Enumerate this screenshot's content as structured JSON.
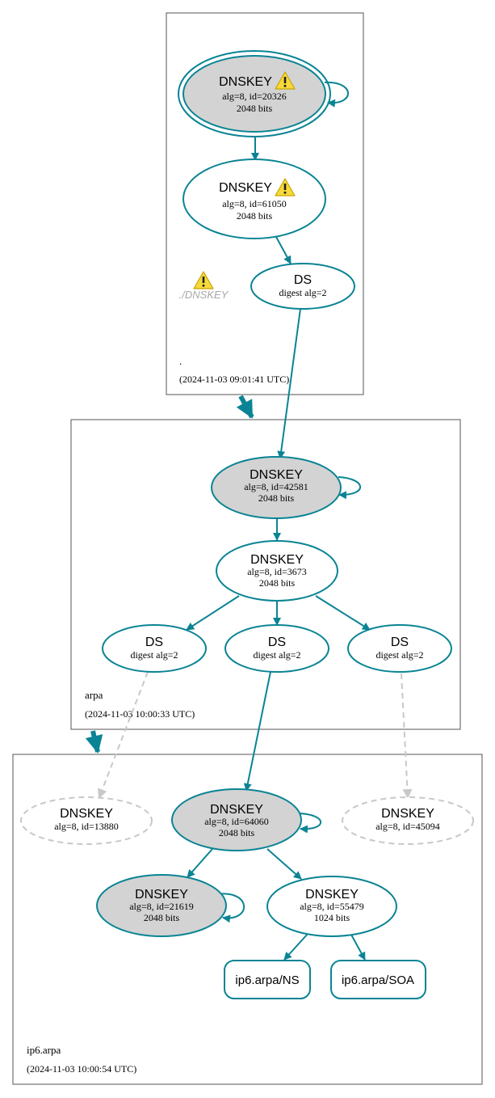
{
  "colors": {
    "edge": "#0a8494",
    "ksk_fill": "#d3d3d3",
    "missing": "#c8c8c8",
    "zone_border": "#555555",
    "warning_fill": "#f7d93a",
    "warning_stroke": "#c9a400"
  },
  "zones": {
    "root": {
      "name": ".",
      "timestamp": "(2024-11-03 09:01:41 UTC)"
    },
    "arpa": {
      "name": "arpa",
      "timestamp": "(2024-11-03 10:00:33 UTC)"
    },
    "ip6": {
      "name": "ip6.arpa",
      "timestamp": "(2024-11-03 10:00:54 UTC)"
    }
  },
  "nodes": {
    "root_ksk": {
      "title": "DNSKEY",
      "line1": "alg=8, id=20326",
      "line2": "2048 bits",
      "warning_icon": "warning-icon"
    },
    "root_zsk": {
      "title": "DNSKEY",
      "line1": "alg=8, id=61050",
      "line2": "2048 bits",
      "warning_icon": "warning-icon"
    },
    "root_ds": {
      "title": "DS",
      "line1": "digest alg=2"
    },
    "root_dnskey_warning": {
      "label": "./DNSKEY",
      "icon": "warning-icon"
    },
    "arpa_ksk": {
      "title": "DNSKEY",
      "line1": "alg=8, id=42581",
      "line2": "2048 bits"
    },
    "arpa_zsk": {
      "title": "DNSKEY",
      "line1": "alg=8, id=3673",
      "line2": "2048 bits"
    },
    "arpa_ds1": {
      "title": "DS",
      "line1": "digest alg=2"
    },
    "arpa_ds2": {
      "title": "DS",
      "line1": "digest alg=2"
    },
    "arpa_ds3": {
      "title": "DS",
      "line1": "digest alg=2"
    },
    "ip6_missing1": {
      "title": "DNSKEY",
      "line1": "alg=8, id=13880"
    },
    "ip6_ksk": {
      "title": "DNSKEY",
      "line1": "alg=8, id=64060",
      "line2": "2048 bits"
    },
    "ip6_missing2": {
      "title": "DNSKEY",
      "line1": "alg=8, id=45094"
    },
    "ip6_ksk2": {
      "title": "DNSKEY",
      "line1": "alg=8, id=21619",
      "line2": "2048 bits"
    },
    "ip6_zsk": {
      "title": "DNSKEY",
      "line1": "alg=8, id=55479",
      "line2": "1024 bits"
    },
    "ip6_ns": {
      "label": "ip6.arpa/NS"
    },
    "ip6_soa": {
      "label": "ip6.arpa/SOA"
    }
  }
}
